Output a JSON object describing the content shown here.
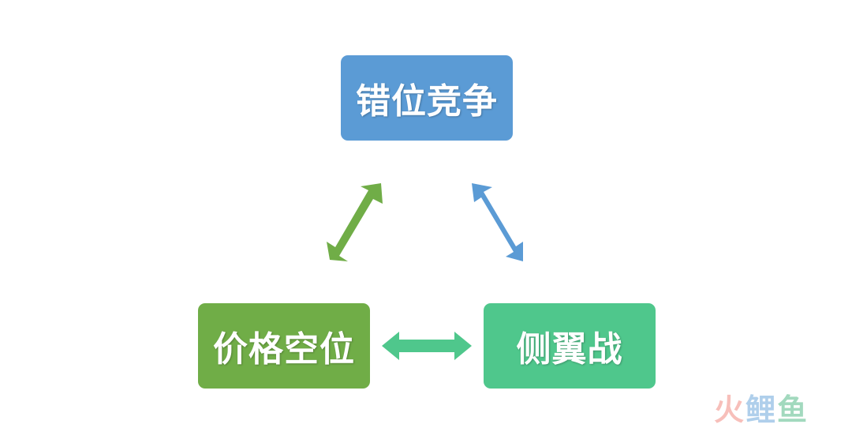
{
  "nodes": {
    "top": {
      "label": "错位竞争",
      "color": "#5B9BD5"
    },
    "left": {
      "label": "价格空位",
      "color": "#70AD47"
    },
    "right": {
      "label": "侧翼战",
      "color": "#4FC78C"
    }
  },
  "arrows": {
    "top_left": {
      "color": "#70AD47"
    },
    "top_right": {
      "color": "#5B9BD5"
    },
    "left_right": {
      "color": "#4FC78C"
    }
  },
  "watermark": {
    "chars": [
      "火",
      "鲤",
      "鱼"
    ],
    "colors": [
      "#F28B82",
      "#6FA8DC",
      "#57BB8A"
    ]
  }
}
